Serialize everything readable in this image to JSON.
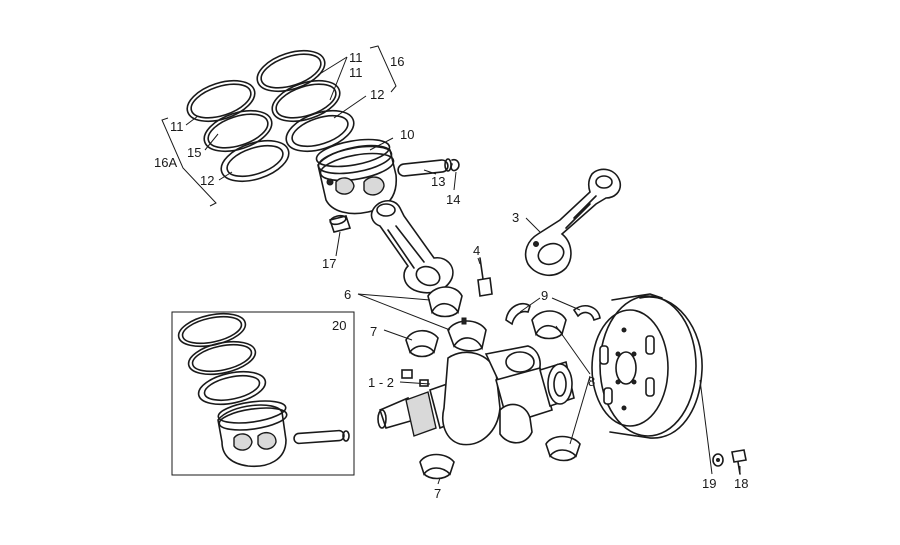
{
  "callouts": {
    "c1_2": "1 - 2",
    "c3": "3",
    "c4": "4",
    "c6": "6",
    "c7a": "7",
    "c7b": "7",
    "c8": "8",
    "c9": "9",
    "c10": "10",
    "c11a": "11",
    "c11b": "11",
    "c11c": "11",
    "c12a": "12",
    "c12b": "12",
    "c13": "13",
    "c14": "14",
    "c15": "15",
    "c16": "16",
    "c16a": "16A",
    "c17": "17",
    "c18": "18",
    "c19": "19",
    "c20": "20"
  }
}
